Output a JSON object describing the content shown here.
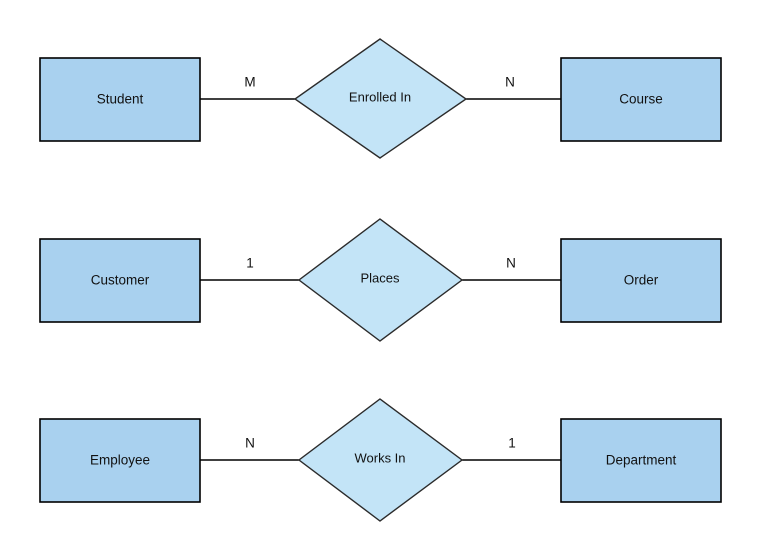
{
  "diagram": {
    "type": "entity-relationship-diagram",
    "background_color": "#ffffff",
    "entity_fill": "#a9d1ef",
    "relationship_fill": "#c3e4f7",
    "border_color": "#000000",
    "relationships": [
      {
        "id": "enrolled-in",
        "left_entity": "Student",
        "relationship": "Enrolled In",
        "right_entity": "Course",
        "left_cardinality": "M",
        "right_cardinality": "N",
        "cardinality_type": "M:N"
      },
      {
        "id": "places",
        "left_entity": "Customer",
        "relationship": "Places",
        "right_entity": "Order",
        "left_cardinality": "1",
        "right_cardinality": "N",
        "cardinality_type": "1:N"
      },
      {
        "id": "works-in",
        "left_entity": "Employee",
        "relationship": "Works In",
        "right_entity": "Department",
        "left_cardinality": "N",
        "right_cardinality": "1",
        "cardinality_type": "N:1"
      }
    ]
  }
}
